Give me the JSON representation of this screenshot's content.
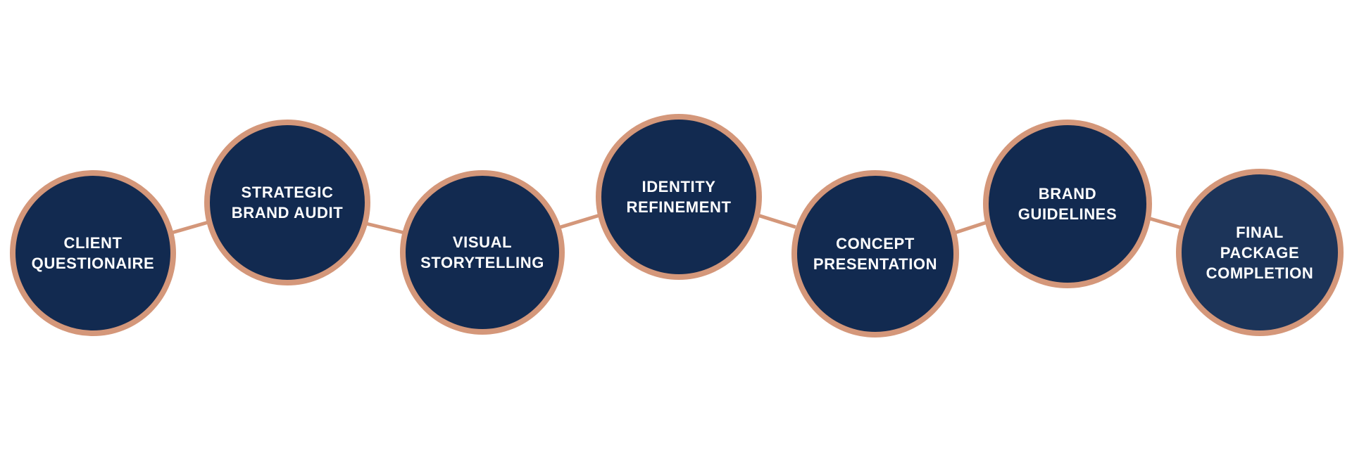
{
  "colors": {
    "background": "#ffffff",
    "circle_fill": "#122A50",
    "circle_fill_final": "#1C3459",
    "ring": "#D4977A",
    "text": "#ffffff"
  },
  "steps": [
    {
      "label": "CLIENT\nQUESTIONAIRE"
    },
    {
      "label": "STRATEGIC\nBRAND AUDIT"
    },
    {
      "label": "VISUAL\nSTORYTELLING"
    },
    {
      "label": "IDENTITY\nREFINEMENT"
    },
    {
      "label": "CONCEPT\nPRESENTATION"
    },
    {
      "label": "BRAND\nGUIDELINES"
    },
    {
      "label": "FINAL\nPACKAGE\nCOMPLETION"
    }
  ]
}
